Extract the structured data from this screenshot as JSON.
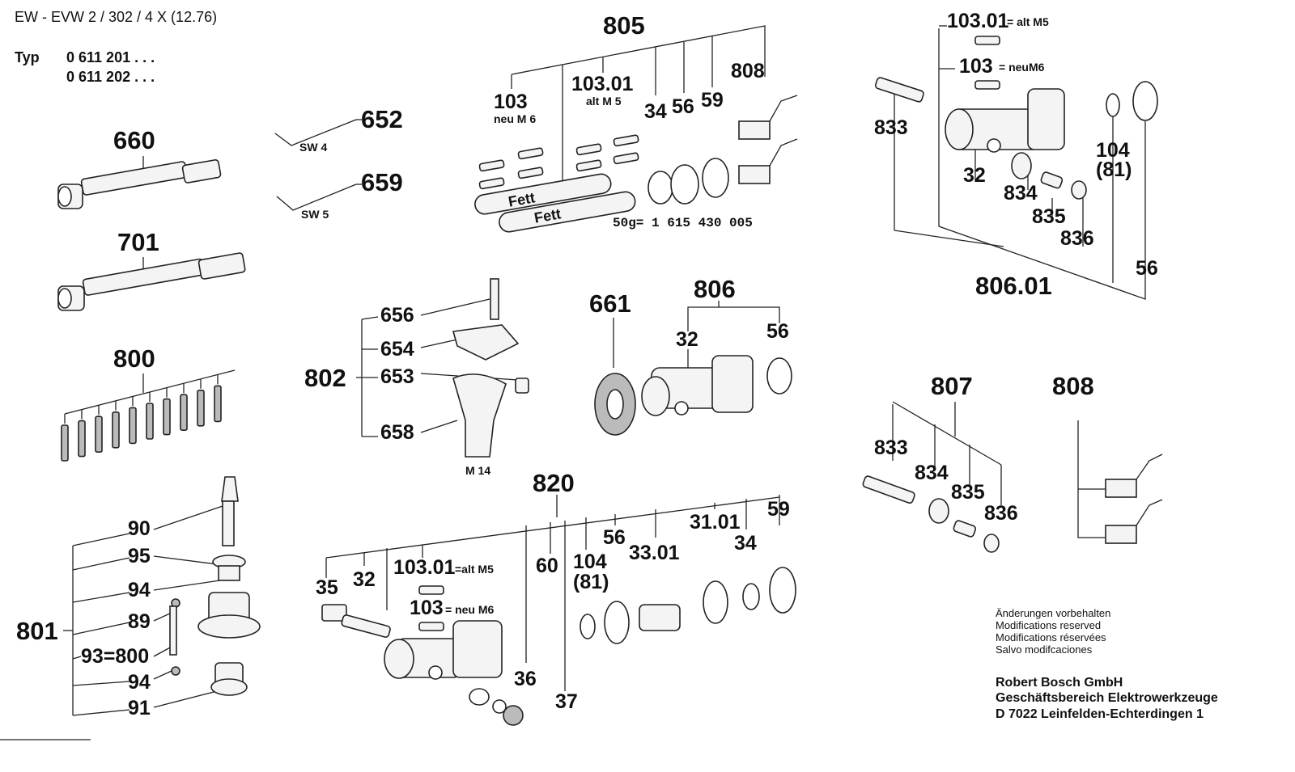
{
  "header": {
    "doc_id": "EW - EVW 2 / 302 / 4 X (12.76)",
    "typ_label": "Typ",
    "typ_1": "0 611 201  . . .",
    "typ_2": "0 611 202  . . ."
  },
  "labels": {
    "p660": "660",
    "p701": "701",
    "p800": "800",
    "p801": "801",
    "p90": "90",
    "p95": "95",
    "p94a": "94",
    "p89": "89",
    "p93": "93=800",
    "p94b": "94",
    "p91": "91",
    "p652": "652",
    "sw4": "SW 4",
    "p659": "659",
    "sw5": "SW 5",
    "p802": "802",
    "p656": "656",
    "p654": "654",
    "p653": "653",
    "p658": "658",
    "m14": "M 14",
    "p805": "805",
    "p103a": "103",
    "neu_m6": "neu M 6",
    "p10301a": "103.01",
    "alt_m5": "alt M 5",
    "p34a": "34",
    "p56a": "56",
    "p59a": "59",
    "p808a": "808",
    "fett1": "Fett",
    "fett2": "Fett",
    "fett_code": "50g= 1  615  430  005",
    "p661": "661",
    "p806": "806",
    "p32a": "32",
    "p56b": "56",
    "p820": "820",
    "p35": "35",
    "p32b": "32",
    "p10301b": "103.01",
    "alt_m5_b": "=alt M5",
    "p103b": "103",
    "neu_m6_b": "=  neu M6",
    "p60": "60",
    "p104a": "104",
    "p81a": "(81)",
    "p56c": "56",
    "p3301": "33.01",
    "p3101": "31.01",
    "p34b": "34",
    "p59b": "59",
    "p36": "36",
    "p37": "37",
    "p10301c": "103.01",
    "alt_m5_c": "= alt M5",
    "p103c": "103",
    "neu_m6_c": "=  neuM6",
    "p833a": "833",
    "p32c": "32",
    "p834a": "834",
    "p835a": "835",
    "p836a": "836",
    "p104b": "104",
    "p81b": "(81)",
    "p80601": "806.01",
    "p56d": "56",
    "p807": "807",
    "p833b": "833",
    "p834b": "834",
    "p835b": "835",
    "p836b": "836",
    "p808b": "808"
  },
  "footer": {
    "note_de": "Änderungen vorbehalten",
    "note_en": "Modifications reserved",
    "note_fr": "Modifications réservées",
    "note_es": "Salvo modifcaciones",
    "company": "Robert Bosch GmbH",
    "division": "Geschäftsbereich Elektrowerkzeuge",
    "address": "D 7022 Leinfelden-Echterdingen 1"
  }
}
